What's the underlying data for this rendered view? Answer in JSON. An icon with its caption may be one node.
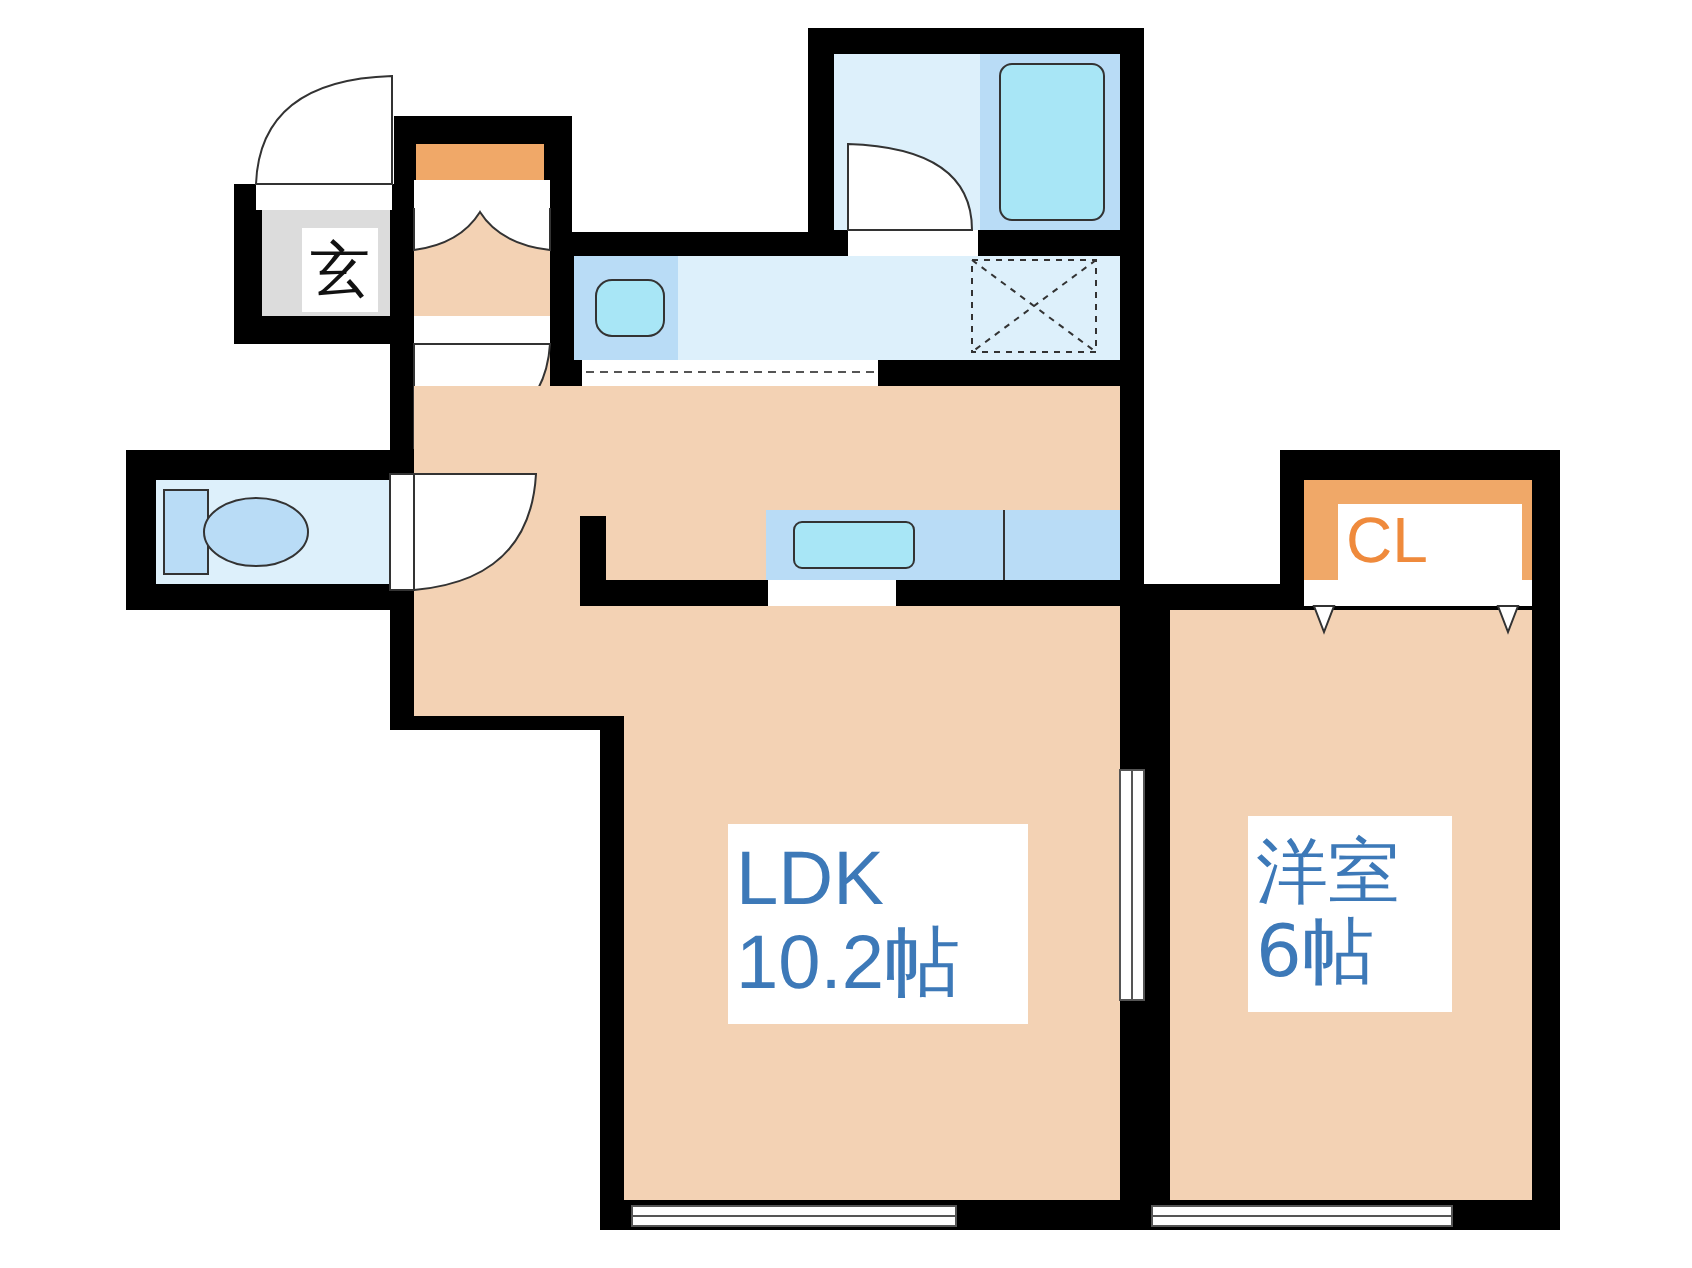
{
  "diagram": {
    "nodes": [
      {
        "text": [
          "玄"
        ]
      },
      {
        "text": [
          "CL"
        ]
      },
      {
        "text": [
          "LDK",
          "10.2帖"
        ]
      },
      {
        "text": [
          "洋室",
          "6帖"
        ]
      }
    ]
  }
}
